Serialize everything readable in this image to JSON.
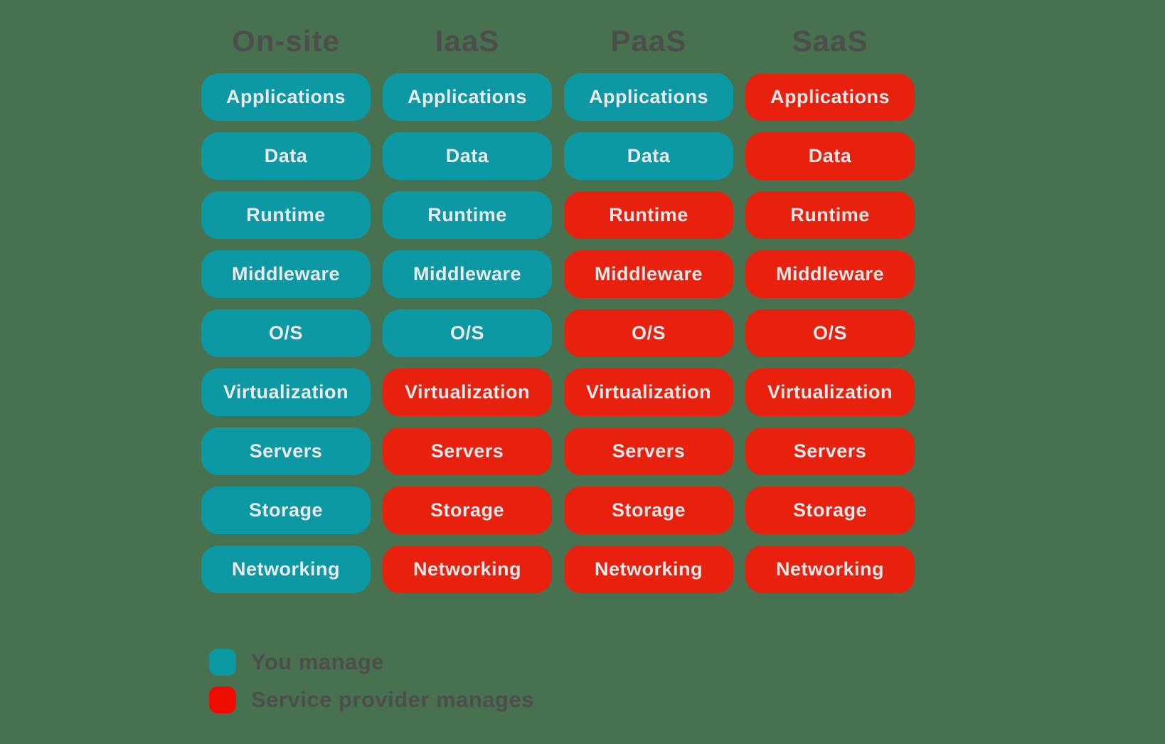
{
  "colors": {
    "background": "#47714f",
    "you_manage": "#0d99a4",
    "provider_manages": "#e8210f",
    "legend_provider_swatch": "#ee0b00",
    "pill_text": "#e9e9e9",
    "heading_text": "#4d4d4d"
  },
  "columns": [
    {
      "label": "On-site",
      "layers": [
        {
          "label": "Applications",
          "managed_by": "you"
        },
        {
          "label": "Data",
          "managed_by": "you"
        },
        {
          "label": "Runtime",
          "managed_by": "you"
        },
        {
          "label": "Middleware",
          "managed_by": "you"
        },
        {
          "label": "O/S",
          "managed_by": "you"
        },
        {
          "label": "Virtualization",
          "managed_by": "you"
        },
        {
          "label": "Servers",
          "managed_by": "you"
        },
        {
          "label": "Storage",
          "managed_by": "you"
        },
        {
          "label": "Networking",
          "managed_by": "you"
        }
      ]
    },
    {
      "label": "IaaS",
      "layers": [
        {
          "label": "Applications",
          "managed_by": "you"
        },
        {
          "label": "Data",
          "managed_by": "you"
        },
        {
          "label": "Runtime",
          "managed_by": "you"
        },
        {
          "label": "Middleware",
          "managed_by": "you"
        },
        {
          "label": "O/S",
          "managed_by": "you"
        },
        {
          "label": "Virtualization",
          "managed_by": "provider"
        },
        {
          "label": "Servers",
          "managed_by": "provider"
        },
        {
          "label": "Storage",
          "managed_by": "provider"
        },
        {
          "label": "Networking",
          "managed_by": "provider"
        }
      ]
    },
    {
      "label": "PaaS",
      "layers": [
        {
          "label": "Applications",
          "managed_by": "you"
        },
        {
          "label": "Data",
          "managed_by": "you"
        },
        {
          "label": "Runtime",
          "managed_by": "provider"
        },
        {
          "label": "Middleware",
          "managed_by": "provider"
        },
        {
          "label": "O/S",
          "managed_by": "provider"
        },
        {
          "label": "Virtualization",
          "managed_by": "provider"
        },
        {
          "label": "Servers",
          "managed_by": "provider"
        },
        {
          "label": "Storage",
          "managed_by": "provider"
        },
        {
          "label": "Networking",
          "managed_by": "provider"
        }
      ]
    },
    {
      "label": "SaaS",
      "layers": [
        {
          "label": "Applications",
          "managed_by": "provider"
        },
        {
          "label": "Data",
          "managed_by": "provider"
        },
        {
          "label": "Runtime",
          "managed_by": "provider"
        },
        {
          "label": "Middleware",
          "managed_by": "provider"
        },
        {
          "label": "O/S",
          "managed_by": "provider"
        },
        {
          "label": "Virtualization",
          "managed_by": "provider"
        },
        {
          "label": "Servers",
          "managed_by": "provider"
        },
        {
          "label": "Storage",
          "managed_by": "provider"
        },
        {
          "label": "Networking",
          "managed_by": "provider"
        }
      ]
    }
  ],
  "legend": [
    {
      "label": "You manage",
      "color_key": "you_manage",
      "swatch_key": "you_manage"
    },
    {
      "label": "Service provider manages",
      "color_key": "provider_manages",
      "swatch_key": "legend_provider_swatch"
    }
  ]
}
